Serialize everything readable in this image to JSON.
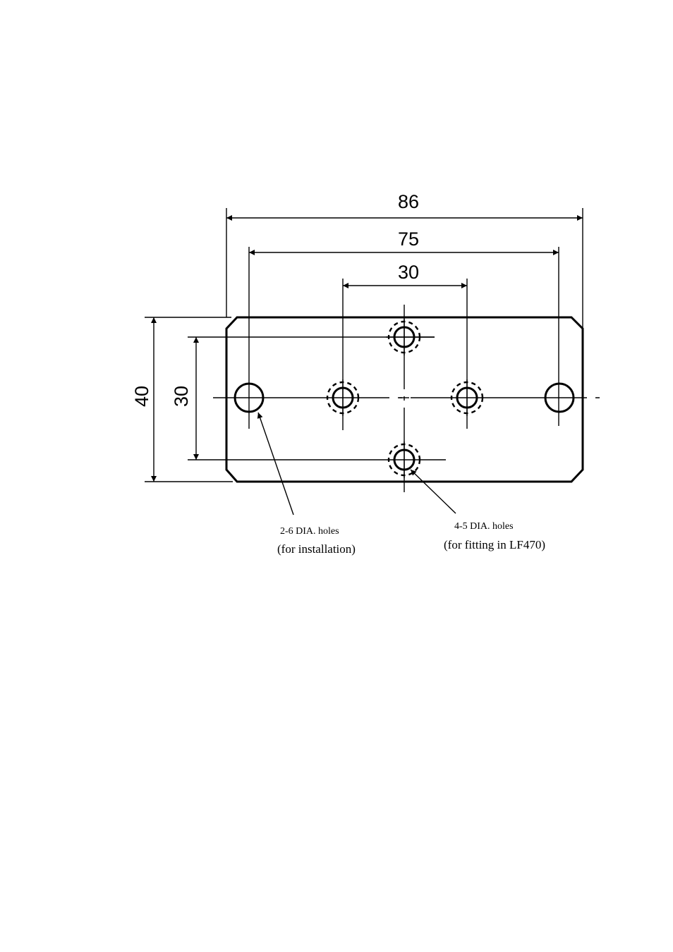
{
  "dimensions": {
    "overall_width": "86",
    "hole_spacing_outer": "75",
    "hole_spacing_inner": "30",
    "overall_height": "40",
    "hole_spacing_vertical": "30"
  },
  "callouts": {
    "installation_holes": {
      "spec": "2-6 DIA. holes",
      "purpose": "(for installation)"
    },
    "fitting_holes": {
      "spec": "4-5 DIA. holes",
      "purpose": "(for fitting in LF470)"
    }
  }
}
